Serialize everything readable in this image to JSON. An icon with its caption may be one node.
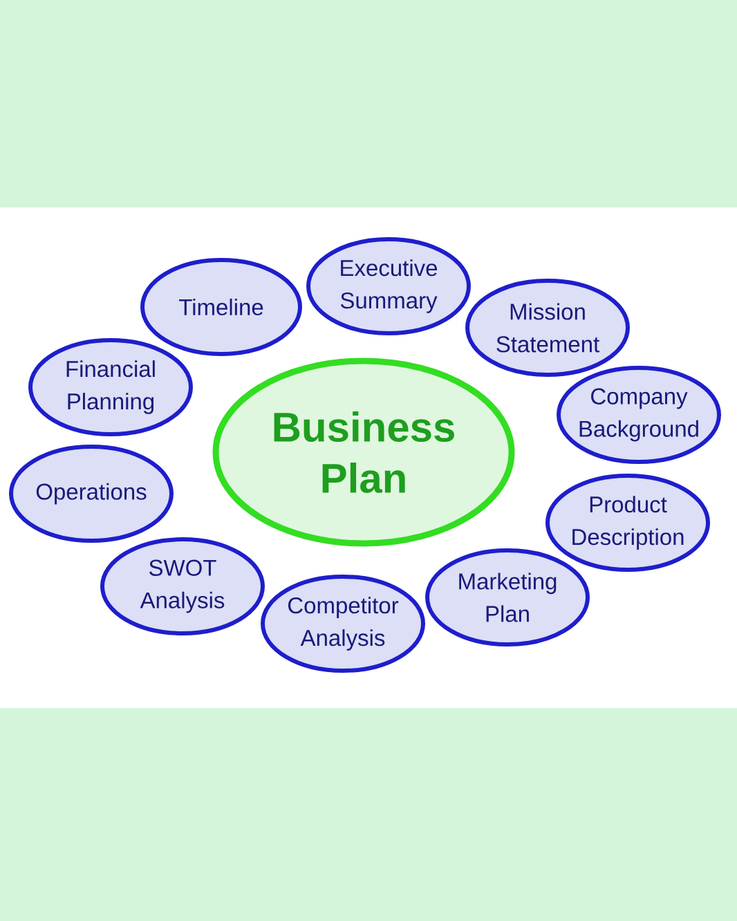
{
  "diagram": {
    "nodes": [
      {
        "text": [
          "Business Plan"
        ]
      },
      {
        "text": [
          "Executive Summary"
        ]
      },
      {
        "text": [
          "Mission Statement"
        ]
      },
      {
        "text": [
          "Company Background"
        ]
      },
      {
        "text": [
          "Product Description"
        ]
      },
      {
        "text": [
          "Marketing Plan"
        ]
      },
      {
        "text": [
          "Competitor Analysis"
        ]
      },
      {
        "text": [
          "SWOT Analysis"
        ]
      },
      {
        "text": [
          "Operations"
        ]
      },
      {
        "text": [
          "Financial Planning"
        ]
      },
      {
        "text": [
          "Timeline"
        ]
      }
    ],
    "edges": []
  }
}
